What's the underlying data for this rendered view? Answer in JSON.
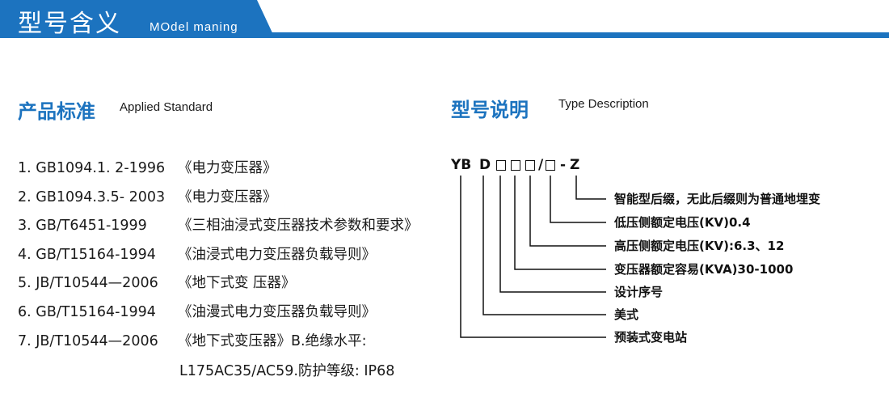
{
  "header": {
    "title": "型号含义",
    "subtitle": "MOdel maning",
    "accent": "#1c73bf"
  },
  "applied_standard": {
    "title": "产品标准",
    "subtitle": "Applied Standard",
    "items": [
      {
        "code": "1. GB1094.1. 2-1996",
        "name": "《电力变压器》"
      },
      {
        "code": "2. GB1094.3.5- 2003",
        "name": "《电力变压器》"
      },
      {
        "code": "3. GB/T6451-1999",
        "name": "《三相油浸式变压器技术参数和要求》"
      },
      {
        "code": "4. GB/T15164-1994",
        "name": "《油浸式电力变压器负载导则》"
      },
      {
        "code": "5. JB/T10544—2006",
        "name": "《地下式变 压器》"
      },
      {
        "code": "6. GB/T15164-1994",
        "name": "《油漫式电力变压器负载导则》"
      },
      {
        "code": "7. JB/T10544—2006",
        "name": "《地下式变压器》B.绝缘水平:"
      }
    ],
    "continuation": "L175AC35/AC59.防护等级: IP68"
  },
  "type_description": {
    "title": "型号说明",
    "subtitle": "Type Description",
    "code_parts": {
      "yb": "YB",
      "d": "D",
      "slash": "/",
      "dash": "-",
      "z": "Z"
    },
    "labels": [
      "智能型后缀，无此后缀则为普通地埋变",
      "低压侧额定电压(KV)0.4",
      "高压侧额定电压(KV):6.3、12",
      "变压器额定容易(KVA)30-1000",
      "设计序号",
      "美式",
      "预装式变电站"
    ]
  }
}
